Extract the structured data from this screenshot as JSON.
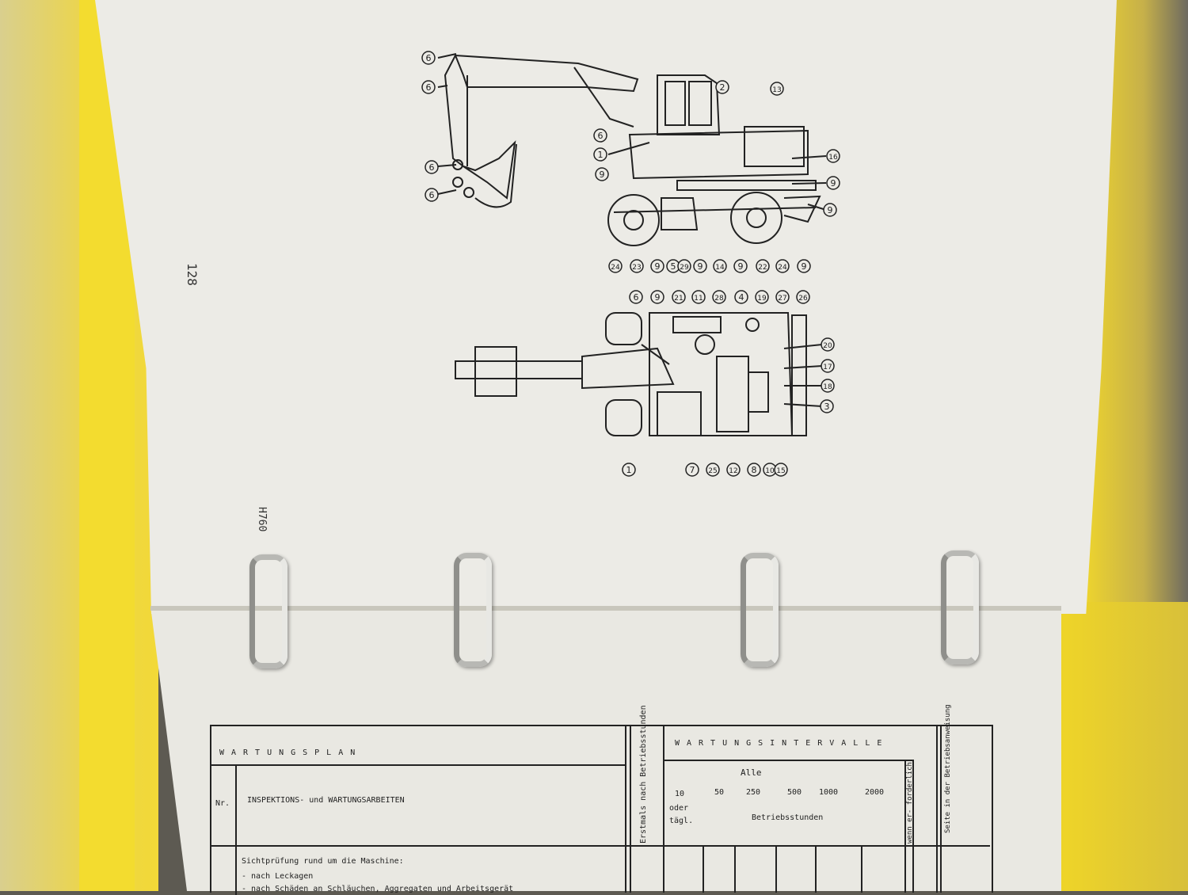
{
  "page": {
    "page_number": "128",
    "model_code": "H760"
  },
  "diagram": {
    "side_callouts": [
      "6",
      "6",
      "6",
      "6",
      "2",
      "13",
      "6",
      "1",
      "16",
      "9",
      "9",
      "9",
      "24",
      "23",
      "9",
      "5",
      "29",
      "9",
      "14",
      "9",
      "22",
      "24",
      "9"
    ],
    "top_callouts": [
      "6",
      "9",
      "21",
      "11",
      "28",
      "4",
      "19",
      "27",
      "26",
      "20",
      "17",
      "18",
      "3",
      "1",
      "7",
      "25",
      "12",
      "8",
      "10",
      "15"
    ]
  },
  "table": {
    "title": "WARTUNGSPLAN",
    "col_nr": "Nr.",
    "col_work": "INSPEKTIONS- und WARTUNGSARBEITEN",
    "col_first": "Erstmals nach Betriebsstunden",
    "col_intervals": "WARTUNGSINTERVALLE",
    "alle": "Alle",
    "interval_values": [
      "10",
      "50",
      "250",
      "500",
      "1000",
      "2000"
    ],
    "oder_taegl": [
      "oder",
      "tägl."
    ],
    "betriebsstunden": "Betriebsstunden",
    "col_wenn": "wenn er- forderlich",
    "col_seite": "Seite in der Betriebsanweisung",
    "rows": [
      "Sichtprüfung rund um die Maschine:",
      "- nach Leckagen",
      "- nach Schäden an Schläuchen, Aggregaten und Arbeitsgerät"
    ]
  }
}
